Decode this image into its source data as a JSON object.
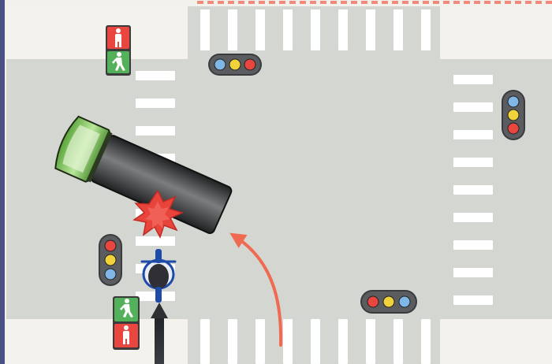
{
  "scene": {
    "colors": {
      "sidewalk": "#f2f1ec",
      "road": "#d4d6d2",
      "crosswalk": "#ffffff",
      "left_border": "#4a4f86",
      "top_dashed_border": "#f08a7c",
      "truck_body": "#2f3132",
      "truck_cab": "#7fc24f",
      "collision": "#e8443c",
      "turn_arrow": "#f06a52",
      "signal_red": "#e8463f",
      "signal_yellow": "#f2d23a",
      "signal_blue": "#7fb7e6",
      "ped_red": "#e8463f",
      "ped_green": "#52b15a",
      "cyclist_path": "#2d2f33",
      "cyclist_helmet": "#2f2f35",
      "cyclist_outline": "#1e4aa8"
    },
    "icons": {
      "truck": "truck-topdown-icon",
      "collision": "collision-burst-icon",
      "cyclist": "cyclist-topdown-icon",
      "arrow": "right-turn-arrow-icon",
      "signal": "traffic-light-icon",
      "pedestrian_signal": "pedestrian-signal-icon"
    },
    "states": {
      "pedestrian_signal_top": "walk",
      "pedestrian_signal_bottom": "walk",
      "vehicle_signal_top": "red",
      "vehicle_signal_right": "red",
      "vehicle_signal_left": "red",
      "vehicle_signal_bottom": "red"
    }
  }
}
